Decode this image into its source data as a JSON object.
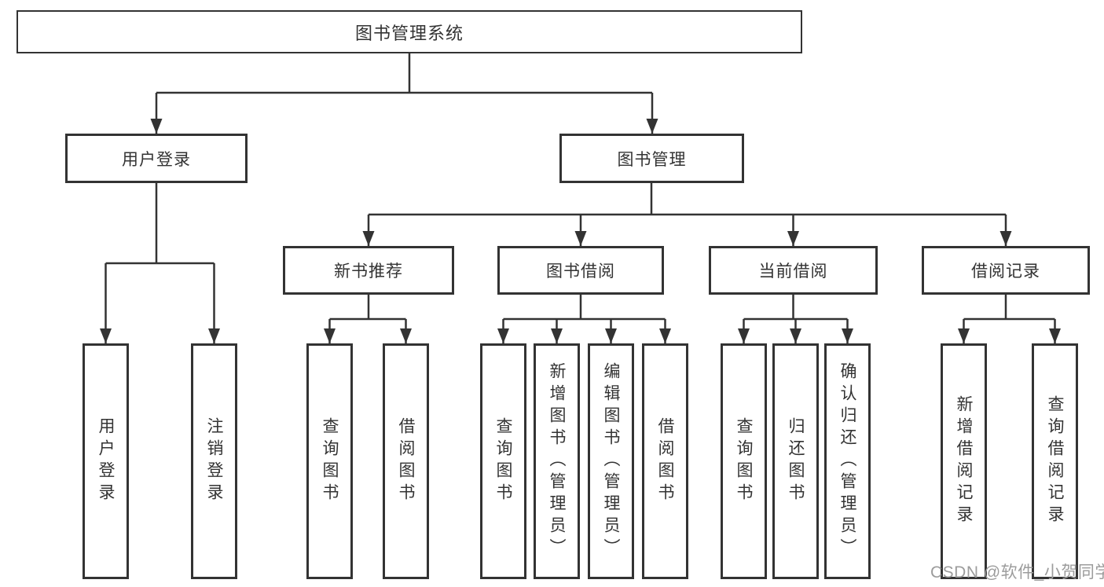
{
  "title": "图书管理系统",
  "watermark": {
    "text": "CSDN @软件_小贺同学",
    "color": "#9c9c9c"
  },
  "colors": {
    "line": "#333333",
    "border": "#333333",
    "text": "#333333",
    "watermark": "#9c9c9c",
    "background": "#ffffff"
  },
  "tree": {
    "root": {
      "label": "图书管理系统",
      "children": [
        {
          "label": "用户登录",
          "children": [
            {
              "label": "用户登录"
            },
            {
              "label": "注销登录"
            }
          ]
        },
        {
          "label": "图书管理",
          "children": [
            {
              "label": "新书推荐",
              "children": [
                {
                  "label": "查询图书"
                },
                {
                  "label": "借阅图书"
                }
              ]
            },
            {
              "label": "图书借阅",
              "children": [
                {
                  "label": "查询图书"
                },
                {
                  "label": "新增图书（管理员）"
                },
                {
                  "label": "编辑图书（管理员）"
                },
                {
                  "label": "借阅图书"
                }
              ]
            },
            {
              "label": "当前借阅",
              "children": [
                {
                  "label": "查询图书"
                },
                {
                  "label": "归还图书"
                },
                {
                  "label": "确认归还（管理员）"
                }
              ]
            },
            {
              "label": "借阅记录",
              "children": [
                {
                  "label": "新增借阅记录"
                },
                {
                  "label": "查询借阅记录"
                }
              ]
            }
          ]
        }
      ]
    }
  }
}
